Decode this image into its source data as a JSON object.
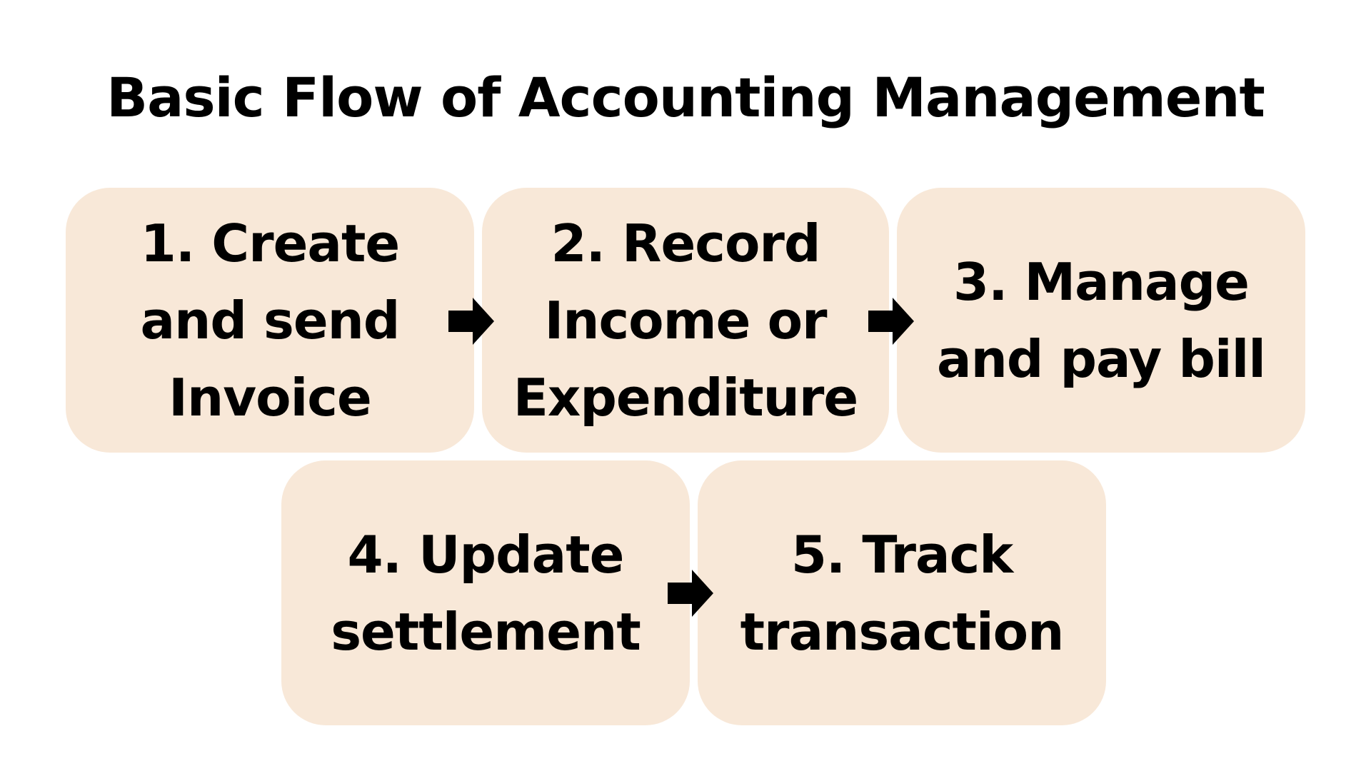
{
  "title": "Basic Flow of Accounting Management",
  "steps": [
    {
      "label": "1. Create and send Invoice"
    },
    {
      "label": "2. Record Income or Expenditure"
    },
    {
      "label": "3. Manage and pay bill"
    },
    {
      "label": "4. Update settlement"
    },
    {
      "label": "5. Track transaction"
    }
  ],
  "colors": {
    "box": "#f8e8d8",
    "arrow": "#000000"
  }
}
